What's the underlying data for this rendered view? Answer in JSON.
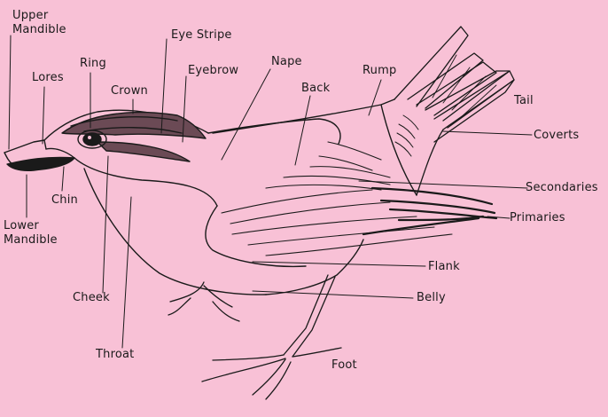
{
  "colors": {
    "background": "#f8c1d6",
    "ink": "#1a1a1a",
    "stripe_fill": "#6b4a55"
  },
  "labels": {
    "upper_mandible": "Upper\nMandible",
    "lores": "Lores",
    "ring": "Ring",
    "crown": "Crown",
    "eye_stripe": "Eye Stripe",
    "eyebrow": "Eyebrow",
    "nape": "Nape",
    "back": "Back",
    "rump": "Rump",
    "tail": "Tail",
    "coverts": "Coverts",
    "secondaries": "Secondaries",
    "primaries": "Primaries",
    "flank": "Flank",
    "belly": "Belly",
    "foot": "Foot",
    "throat": "Throat",
    "cheek": "Cheek",
    "chin": "Chin",
    "lower_mandible": "Lower\nMandible"
  }
}
